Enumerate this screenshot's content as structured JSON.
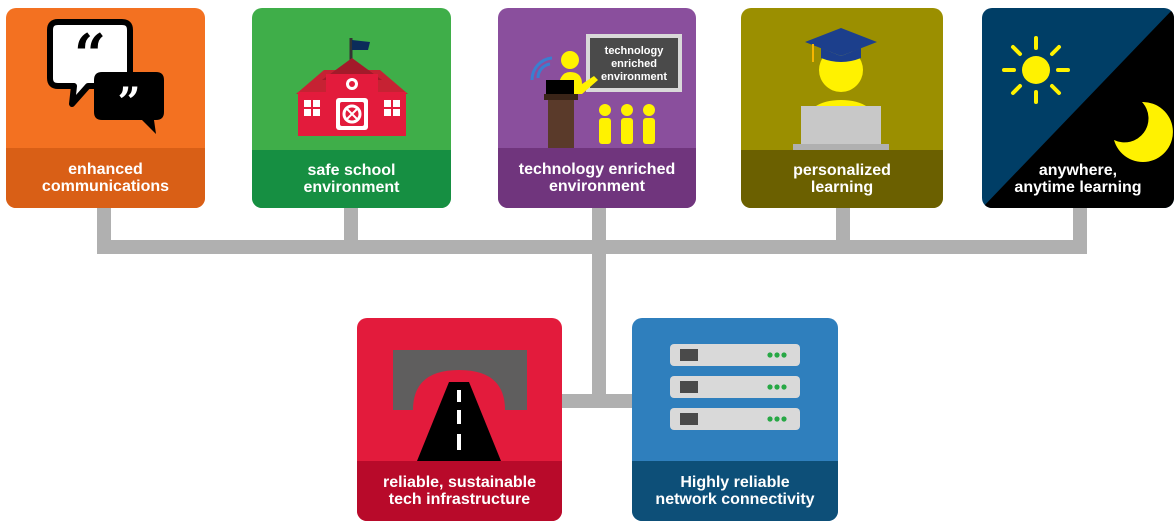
{
  "colors": {
    "connector": "#b0b0b0",
    "orange": "#f37121",
    "orange_dark": "#d95f16",
    "green": "#3fae49",
    "green_dark": "#168f42",
    "purple": "#8a4f9d",
    "purple_dark": "#70357d",
    "olive": "#9b8f00",
    "olive_dark": "#6b6000",
    "navy": "#003e66",
    "black": "#000000",
    "red": "#e31b3c",
    "red_dark": "#b80a2a",
    "blue": "#2f7fbd",
    "blue_dark": "#0d4f78",
    "yellow": "#fff200"
  },
  "tiles": {
    "communications": {
      "icon": "speech-bubbles-icon",
      "line1": "enhanced",
      "line2": "communications"
    },
    "safe_school": {
      "icon": "school-building-icon",
      "line1": "safe school",
      "line2": "environment"
    },
    "technology": {
      "icon": "presenter-classroom-icon",
      "line1": "technology enriched",
      "line2": "environment",
      "board_line1": "technology",
      "board_line2": "enriched",
      "board_line3": "environment"
    },
    "personalized": {
      "icon": "graduate-laptop-icon",
      "line1": "personalized",
      "line2": "learning"
    },
    "anywhere": {
      "icon": "sun-moon-icon",
      "line1": "anywhere,",
      "line2": "anytime learning"
    },
    "infrastructure": {
      "icon": "road-tunnel-icon",
      "line1": "reliable, sustainable",
      "line2": "tech infrastructure"
    },
    "network": {
      "icon": "server-rack-icon",
      "line1": "Highly reliable",
      "line2": "network connectivity"
    }
  }
}
